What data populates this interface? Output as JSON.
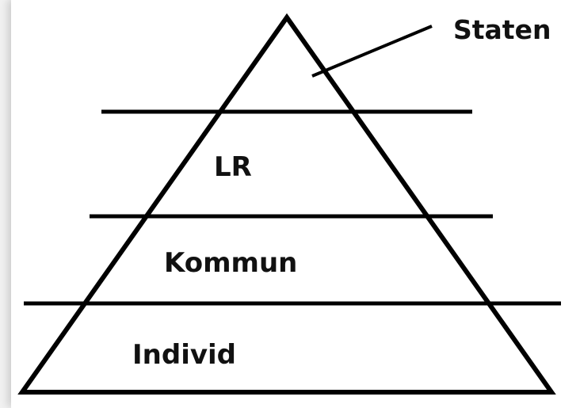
{
  "diagram": {
    "top_label": "Staten",
    "levels": [
      "LR",
      "Kommun",
      "Individ"
    ],
    "line_color": "#000000",
    "text_color": "#111111",
    "background_color": "#ffffff"
  }
}
